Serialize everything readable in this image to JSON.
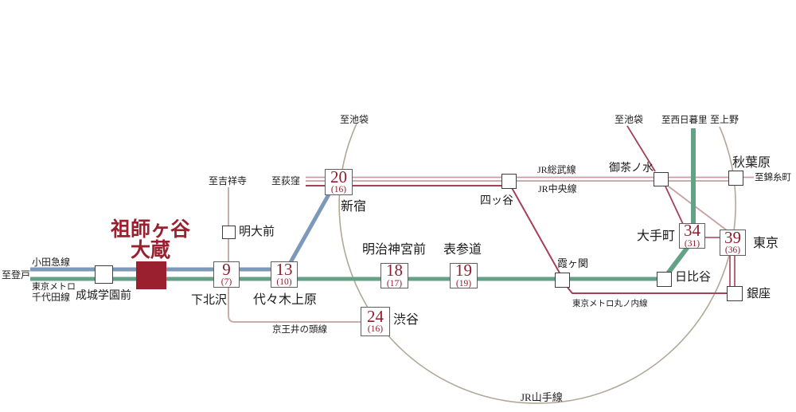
{
  "colors": {
    "highlight_red": "#9a2030",
    "number_red": "#8e1d2d",
    "odakyu_blue": "#7d99ba",
    "chiyoda_green": "#64a287",
    "jr_line_pink": "#c79fa0",
    "marunouchi_red": "#a34257",
    "keio_pink": "#c9adab",
    "yamanote_beige": "#b1a897",
    "text_black": "#1c1c1c"
  },
  "highlight_station": {
    "line1": "祖師ヶ谷",
    "line2": "大蔵"
  },
  "edge_labels": {
    "to_noborito": "至登戸",
    "to_kichijoji": "至吉祥寺",
    "to_ogikubo": "至荻窪",
    "to_ikebukuro_west": "至池袋",
    "to_ikebukuro_east": "至池袋",
    "to_nishi_nippori": "至西日暮里",
    "to_ueno": "至上野",
    "to_kinshicho": "至錦糸町"
  },
  "line_labels": {
    "odakyu": "小田急線",
    "tokyo_metro": "東京メトロ",
    "chiyoda": "千代田線",
    "keio_inokashira": "京王井の頭線",
    "jr_sobu": "JR総武線",
    "jr_chuo": "JR中央線",
    "marunouchi": "東京メトロ丸ノ内線",
    "jr_yamanote": "JR山手線"
  },
  "stations": {
    "seijogakuenmae": {
      "name": "成城学園前"
    },
    "shimokitazawa": {
      "name": "下北沢",
      "min": "9",
      "min_paren": "(7)"
    },
    "yoyogiuehara": {
      "name": "代々木上原",
      "min": "13",
      "min_paren": "(10)"
    },
    "meidaimae": {
      "name": "明大前"
    },
    "shinjuku": {
      "name": "新宿",
      "min": "20",
      "min_paren": "(16)"
    },
    "meijijingumae": {
      "name": "明治神宮前",
      "min": "18",
      "min_paren": "(17)"
    },
    "omotesando": {
      "name": "表参道",
      "min": "19",
      "min_paren": "(19)"
    },
    "shibuya": {
      "name": "渋谷",
      "min": "24",
      "min_paren": "(16)"
    },
    "yotsuya": {
      "name": "四ッ谷"
    },
    "kasumigaseki": {
      "name": "霞ヶ関"
    },
    "ochanomizu": {
      "name": "御茶ノ水"
    },
    "akihabara": {
      "name": "秋葉原"
    },
    "otemachi": {
      "name": "大手町",
      "min": "34",
      "min_paren": "(31)"
    },
    "tokyo": {
      "name": "東京",
      "min": "39",
      "min_paren": "(36)"
    },
    "hibiya": {
      "name": "日比谷"
    },
    "ginza": {
      "name": "銀座"
    }
  }
}
